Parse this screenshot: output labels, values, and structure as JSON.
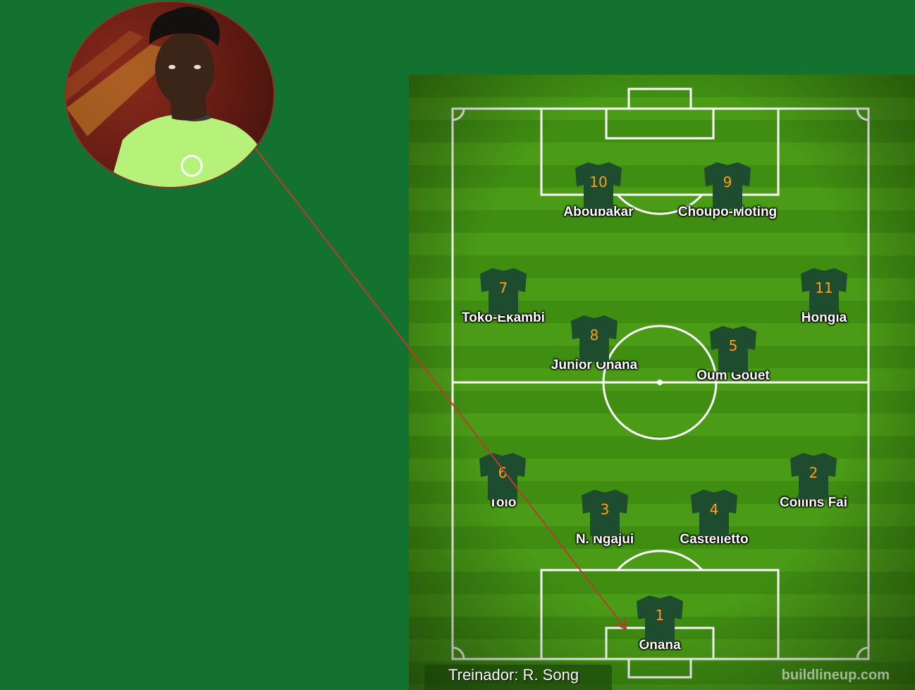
{
  "coach": {
    "label": "Treinador: R. Song"
  },
  "watermark": {
    "text": "buildlineup.com"
  },
  "colors": {
    "background": "#147230",
    "shirt": "#1d4d2e",
    "number": "#ff9f1a",
    "annotation_arrow": "#c0392b",
    "goalkeeper_jersey": "#b6f27a"
  },
  "photo": {
    "subject": "goalkeeper-portrait",
    "icon": "player-photo"
  },
  "players": [
    {
      "number": "10",
      "name": "Aboubakar"
    },
    {
      "number": "9",
      "name": "Choupo-Moting"
    },
    {
      "number": "7",
      "name": "Toko-Ekambi"
    },
    {
      "number": "11",
      "name": "Hongla"
    },
    {
      "number": "8",
      "name": "Junior Onana"
    },
    {
      "number": "5",
      "name": "Oum Gouet"
    },
    {
      "number": "6",
      "name": "Tolo"
    },
    {
      "number": "2",
      "name": "Collins Fai"
    },
    {
      "number": "3",
      "name": "N. Ngajui"
    },
    {
      "number": "4",
      "name": "Castelletto"
    },
    {
      "number": "1",
      "name": "Onana"
    }
  ]
}
